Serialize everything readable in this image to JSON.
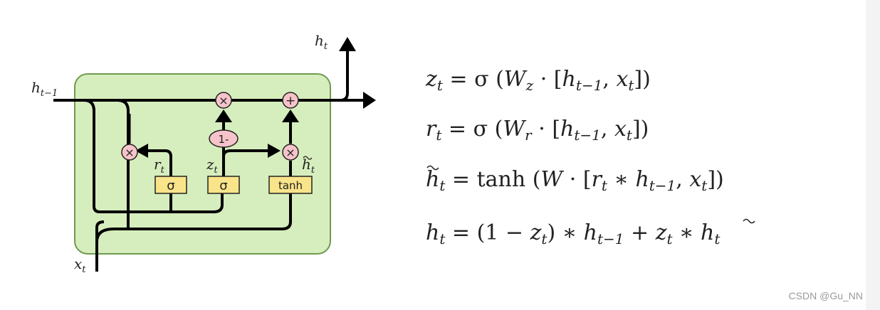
{
  "diagram": {
    "labels": {
      "h_prev": "h",
      "h_prev_sub": "t−1",
      "h_out": "h",
      "h_out_sub": "t",
      "x_in": "x",
      "x_in_sub": "t",
      "r_label": "r",
      "r_sub": "t",
      "z_label": "z",
      "z_sub": "t",
      "htilde_label": "h",
      "htilde_sub": "t"
    },
    "gates": {
      "sigma_r": "σ",
      "sigma_z": "σ",
      "tanh": "tanh"
    },
    "ops": {
      "mult_top": "×",
      "add_top": "+",
      "one_minus": "1-",
      "mult_r": "×",
      "mult_htilde": "×"
    },
    "colors": {
      "cell_fill": "#d6eebd",
      "cell_stroke": "#6f9a4f",
      "op_fill": "#f7c3cb",
      "gate_fill": "#f9e48a",
      "line": "#000000"
    }
  },
  "equations": [
    "z_t = σ(W_z · [h_{t−1}, x_t])",
    "r_t = σ(W_r · [h_{t−1}, x_t])",
    "h̃_t = tanh(W · [r_t ∗ h_{t−1}, x_t])",
    "h_t = (1 − z_t) ∗ h_{t−1} + z_t ∗ h̃_t"
  ],
  "watermark": "CSDN @Gu_NN"
}
